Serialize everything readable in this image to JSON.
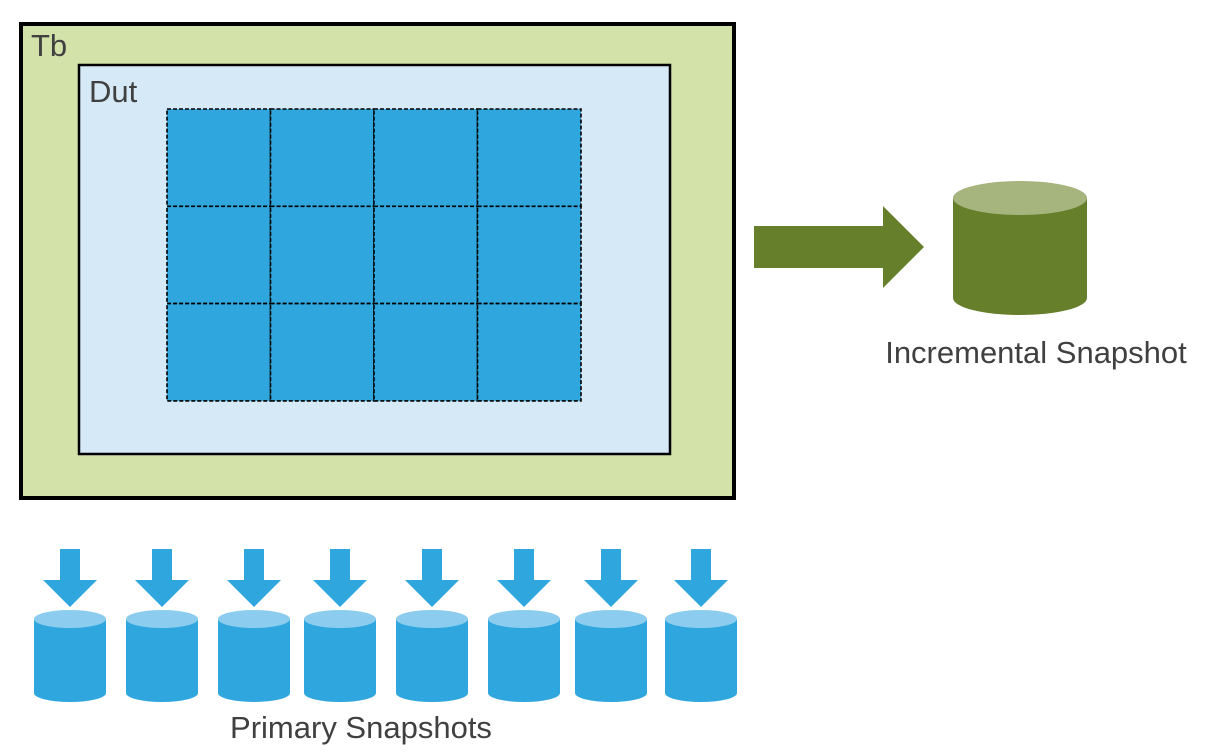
{
  "labels": {
    "outer": "Tb",
    "inner": "Dut",
    "incremental": "Incremental Snapshot",
    "primary": "Primary Snapshots"
  },
  "grid": {
    "rows": 3,
    "cols": 4
  },
  "primary_snapshot_count": 8,
  "colors": {
    "tb_fill": "#d3e2a9",
    "dut_fill": "#d6e9f6",
    "block_fill": "#2fa6dd",
    "primary_top": "#8ccdef",
    "green_arrow": "#667f2a",
    "green_cyl_body": "#667f2a",
    "green_cyl_top": "#a6b57e",
    "text": "#404040"
  },
  "icons": {
    "right_arrow": "right-arrow-icon",
    "down_arrow": "down-arrow-icon",
    "database": "database-icon"
  }
}
